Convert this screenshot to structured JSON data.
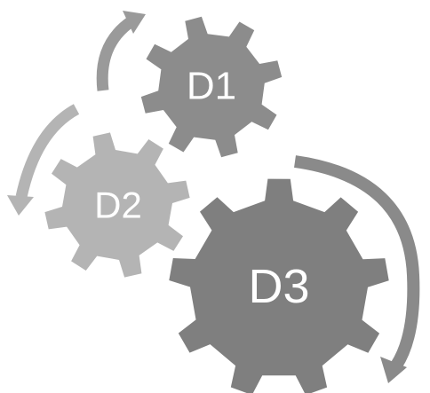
{
  "diagram": {
    "gears": [
      {
        "id": "d1",
        "label": "D1",
        "color": "#8c8c8c"
      },
      {
        "id": "d2",
        "label": "D2",
        "color": "#b4b4b4"
      },
      {
        "id": "d3",
        "label": "D3",
        "color": "#7f7f7f"
      }
    ],
    "arrows": [
      {
        "id": "arrow-d1",
        "color": "#9a9a9a",
        "direction": "clockwise"
      },
      {
        "id": "arrow-d2",
        "color": "#b4b4b4",
        "direction": "counter-clockwise"
      },
      {
        "id": "arrow-d3",
        "color": "#8a8a8a",
        "direction": "clockwise"
      }
    ]
  }
}
